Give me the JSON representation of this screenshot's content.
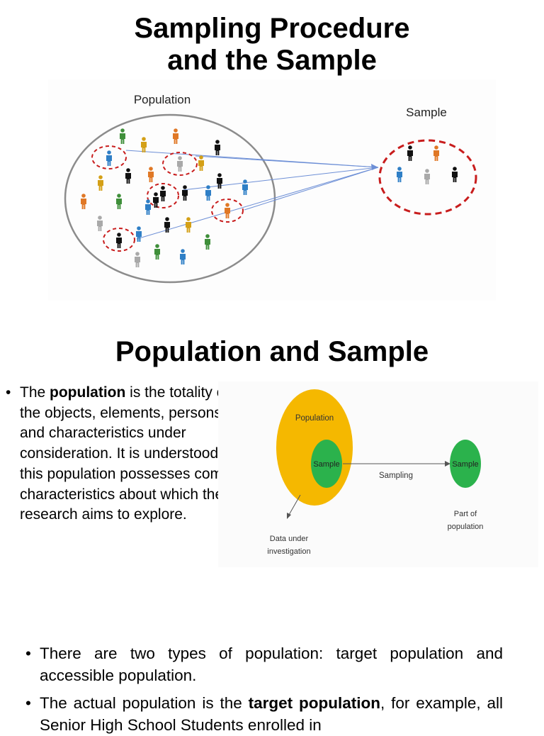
{
  "title1": [
    "Sampling Procedure",
    "and the Sample"
  ],
  "title2": "Population and Sample",
  "figure1": {
    "population_label": "Population",
    "sample_label": "Sample"
  },
  "figure2": {
    "population_label": "Population",
    "inner_sample_label": "Sample",
    "sampling_label": "Sampling",
    "outer_sample_label": "Sample",
    "part_of_population": [
      "Part of",
      "population"
    ],
    "data_under": [
      "Data under",
      "investigation"
    ],
    "colors": {
      "population": "#f5b800",
      "sample": "#2bb24c"
    }
  },
  "bullet1": {
    "symbol": "•",
    "prefix": "The ",
    "bold": "population",
    "rest": " is the totality of all the objects, elements, persons, and characteristics under consideration. It is understood that this population possesses common characteristics about which the research aims to explore."
  },
  "bullet2": {
    "symbol": "•",
    "text": "There are two types of population: target population and accessible population."
  },
  "bullet3": {
    "symbol": "•",
    "prefix": "The actual population is the ",
    "bold": "target population",
    "rest": ", for example, all Senior High School Students enrolled in"
  }
}
